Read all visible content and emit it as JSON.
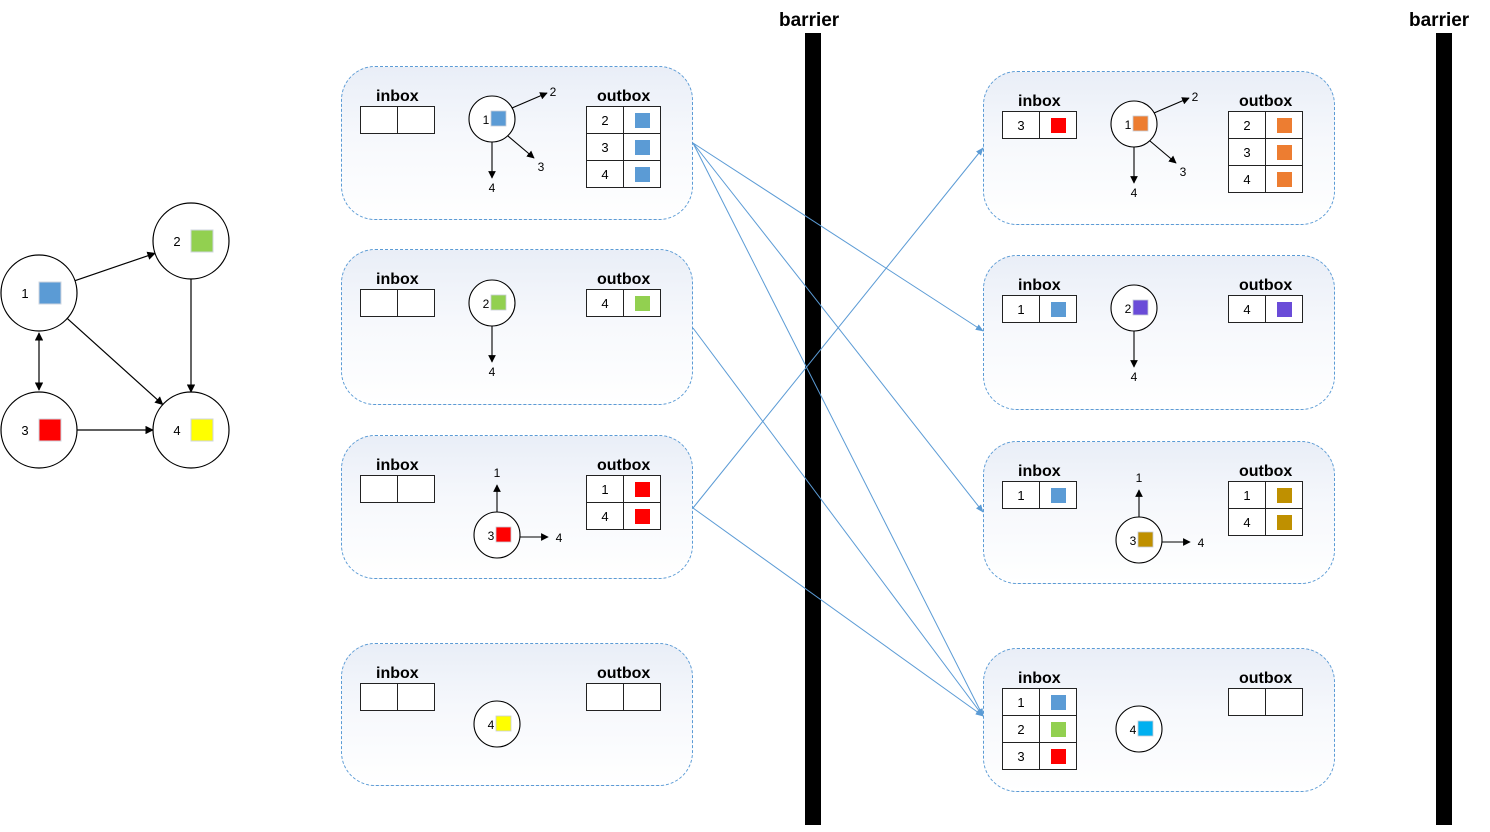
{
  "colors": {
    "blue": "#5b9bd5",
    "green": "#92d050",
    "red": "#ff0000",
    "yellow": "#ffff00",
    "orange": "#ed7d31",
    "purple": "#6a4cd8",
    "gold": "#bf9000",
    "cyan": "#00b0f0",
    "arrow_blue": "#5b9bd5"
  },
  "labels": {
    "inbox": "inbox",
    "outbox": "outbox",
    "barrier": "barrier"
  },
  "graph": {
    "nodes": [
      {
        "id": "1",
        "color": "blue"
      },
      {
        "id": "2",
        "color": "green"
      },
      {
        "id": "3",
        "color": "red"
      },
      {
        "id": "4",
        "color": "yellow"
      }
    ],
    "edges": [
      [
        "1",
        "2"
      ],
      [
        "1",
        "4"
      ],
      [
        "2",
        "4"
      ],
      [
        "3",
        "4"
      ],
      [
        "1",
        "3"
      ],
      [
        "3",
        "1"
      ]
    ]
  },
  "step1": [
    {
      "vertex": "1",
      "color": "blue",
      "out_edges": [
        "2",
        "3",
        "4"
      ],
      "inbox": [],
      "outbox": [
        {
          "dst": "2",
          "color": "blue"
        },
        {
          "dst": "3",
          "color": "blue"
        },
        {
          "dst": "4",
          "color": "blue"
        }
      ]
    },
    {
      "vertex": "2",
      "color": "green",
      "out_edges": [
        "4"
      ],
      "inbox": [],
      "outbox": [
        {
          "dst": "4",
          "color": "green"
        }
      ]
    },
    {
      "vertex": "3",
      "color": "red",
      "out_edges": [
        "1",
        "4"
      ],
      "inbox": [],
      "outbox": [
        {
          "dst": "1",
          "color": "red"
        },
        {
          "dst": "4",
          "color": "red"
        }
      ]
    },
    {
      "vertex": "4",
      "color": "yellow",
      "out_edges": [],
      "inbox": [],
      "outbox": []
    }
  ],
  "step2": [
    {
      "vertex": "1",
      "color": "orange",
      "out_edges": [
        "2",
        "3",
        "4"
      ],
      "inbox": [
        {
          "src": "3",
          "color": "red"
        }
      ],
      "outbox": [
        {
          "dst": "2",
          "color": "orange"
        },
        {
          "dst": "3",
          "color": "orange"
        },
        {
          "dst": "4",
          "color": "orange"
        }
      ]
    },
    {
      "vertex": "2",
      "color": "purple",
      "out_edges": [
        "4"
      ],
      "inbox": [
        {
          "src": "1",
          "color": "blue"
        }
      ],
      "outbox": [
        {
          "dst": "4",
          "color": "purple"
        }
      ]
    },
    {
      "vertex": "3",
      "color": "gold",
      "out_edges": [
        "1",
        "4"
      ],
      "inbox": [
        {
          "src": "1",
          "color": "blue"
        }
      ],
      "outbox": [
        {
          "dst": "1",
          "color": "gold"
        },
        {
          "dst": "4",
          "color": "gold"
        }
      ]
    },
    {
      "vertex": "4",
      "color": "cyan",
      "out_edges": [],
      "inbox": [
        {
          "src": "1",
          "color": "blue"
        },
        {
          "src": "2",
          "color": "green"
        },
        {
          "src": "3",
          "color": "red"
        }
      ],
      "outbox": []
    }
  ],
  "messages": [
    {
      "from_panel": "1",
      "to_panel": "2"
    },
    {
      "from_panel": "1",
      "to_panel": "3"
    },
    {
      "from_panel": "1",
      "to_panel": "4"
    },
    {
      "from_panel": "2",
      "to_panel": "4"
    },
    {
      "from_panel": "3",
      "to_panel": "1"
    },
    {
      "from_panel": "3",
      "to_panel": "4"
    }
  ]
}
